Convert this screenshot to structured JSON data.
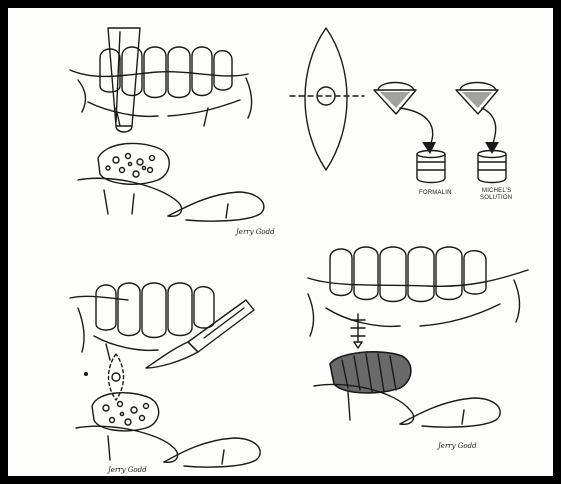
{
  "labels": {
    "container_1": "FORMALIN",
    "container_2_line1": "MICHEL'S",
    "container_2_line2": "SOLUTION"
  },
  "signatures": {
    "top_left": "Jerry Godd",
    "bottom_left": "Jerry Godd",
    "bottom_right": "Jerry Godd"
  },
  "colors": {
    "frame": "#000000",
    "ink": "#1a1a1a",
    "paper": "#fdfdfb"
  }
}
